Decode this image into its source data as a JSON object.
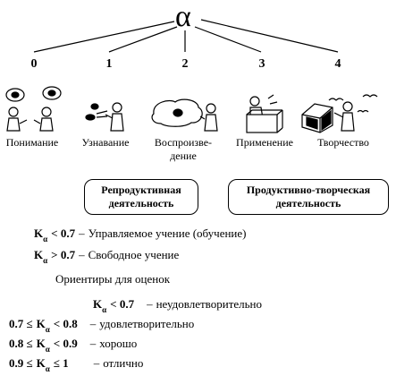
{
  "alpha": "α",
  "levels": [
    "0",
    "1",
    "2",
    "3",
    "4"
  ],
  "activities": [
    "Понимание",
    "Узнавание",
    "Воспроизве-",
    "Применение",
    "Творчество"
  ],
  "activity_extra": "дение",
  "boxes": {
    "left": [
      "Репродуктивная",
      "деятельность"
    ],
    "right": [
      "Продуктивно-творческая",
      "деятельность"
    ]
  },
  "k": "K",
  "alpha_sub": "α",
  "conditions": [
    {
      "op": "< 0.7",
      "dash": "–",
      "text": "Управляемое учение (обучение)"
    },
    {
      "op": "> 0.7",
      "dash": "–",
      "text": "Свободное учение"
    }
  ],
  "grades_heading": "Ориентиры для оценок",
  "grades": [
    {
      "lhs": "",
      "op": "< 0.7",
      "dash": "–",
      "text": "неудовлетворительно"
    },
    {
      "lhs": "0.7 ≤",
      "op": "< 0.8",
      "dash": "–",
      "text": "удовлетворительно"
    },
    {
      "lhs": "0.8 ≤",
      "op": "< 0.9",
      "dash": "–",
      "text": "хорошо"
    },
    {
      "lhs": "0.9 ≤",
      "op": "≤ 1",
      "dash": "–",
      "text": "отлично"
    }
  ]
}
